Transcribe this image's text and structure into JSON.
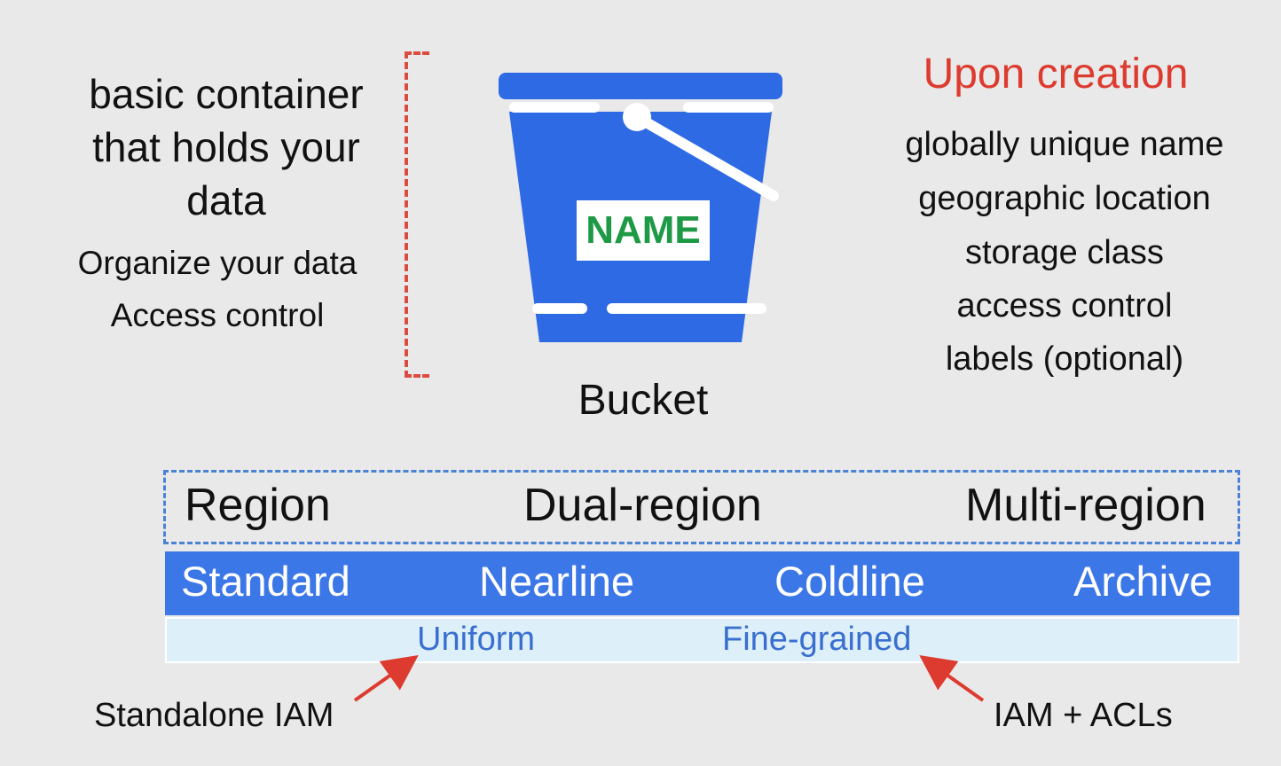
{
  "left": {
    "description_lines": [
      "basic container",
      "that holds your",
      "data"
    ],
    "points": [
      "Organize your data",
      "Access control"
    ]
  },
  "bucket": {
    "name_tag": "NAME",
    "label": "Bucket",
    "color": "#2f6ae5"
  },
  "creation": {
    "title": "Upon creation",
    "items": [
      "globally unique name",
      "geographic location",
      "storage class",
      "access control",
      "labels (optional)"
    ]
  },
  "locations": [
    "Region",
    "Dual-region",
    "Multi-region"
  ],
  "storage_classes": [
    "Standard",
    "Nearline",
    "Coldline",
    "Archive"
  ],
  "access_control": {
    "options": [
      "Uniform",
      "Fine-grained"
    ],
    "notes": [
      "Standalone IAM",
      "IAM + ACLs"
    ]
  },
  "colors": {
    "accent_red": "#dd3b2f",
    "class_bar": "#3c77e8",
    "access_bar": "#ddf0fa",
    "name_green": "#1e9a47"
  }
}
